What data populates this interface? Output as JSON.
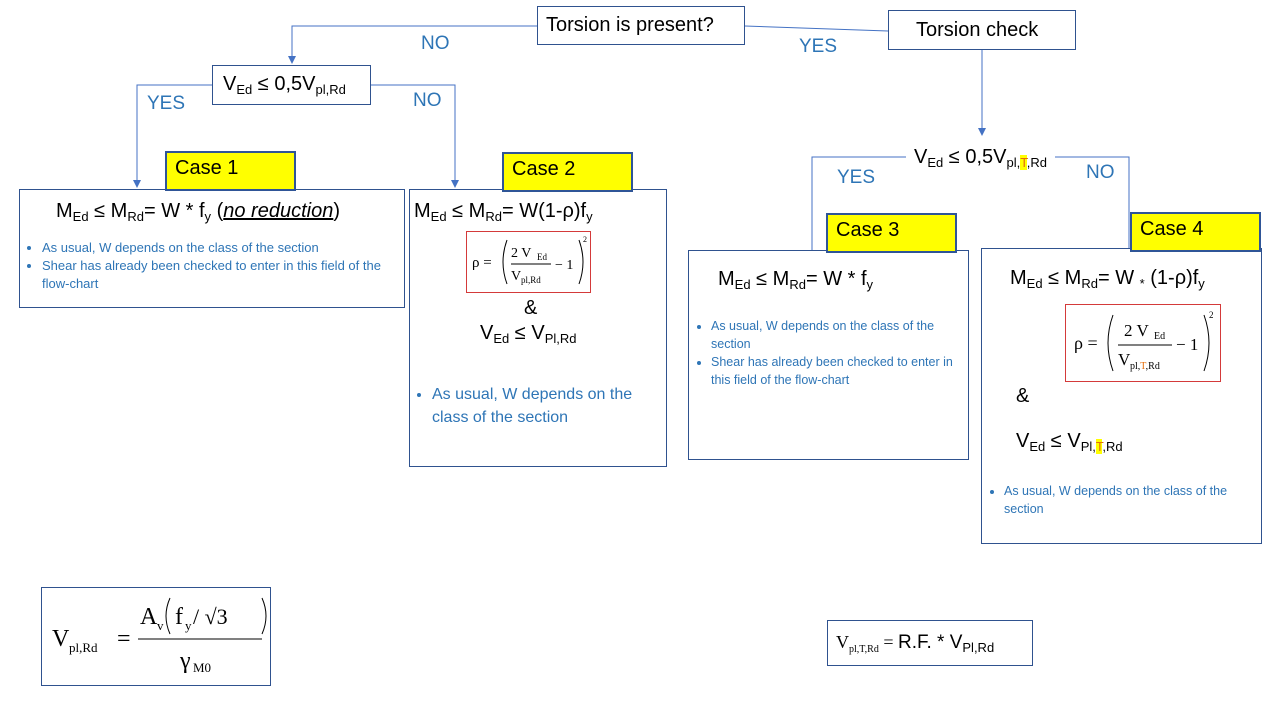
{
  "decisions": {
    "torsion_present": "Torsion is present?",
    "torsion_check": "Torsion check",
    "shear_check_left": {
      "v": "V",
      "ed": "Ed",
      "rel": " ≤ 0,5V",
      "sub": "pl,Rd"
    },
    "shear_check_right": {
      "v": "V",
      "ed": "Ed",
      "rel": " ≤ 0,5V",
      "sub_a": "pl,",
      "sub_t": "T",
      "sub_b": ",Rd"
    }
  },
  "labels": {
    "no_top": "NO",
    "yes_top": "YES",
    "yes_left": "YES",
    "no_left": "NO",
    "yes_right": "YES",
    "no_right": "NO"
  },
  "cases": [
    "Case 1",
    "Case 2",
    "Case 3",
    "Case 4"
  ],
  "case1": {
    "m": "M",
    "ed": "Ed",
    "le": " ≤ M",
    "rd": "Rd",
    "eq": "= W * f",
    "y": "y",
    "open": " (",
    "note": "no reduction",
    "close": ")",
    "bullets": [
      "As usual, W depends on the class of the section",
      "Shear has already been checked to enter in this field of the flow-chart"
    ]
  },
  "case2": {
    "m": "M",
    "ed": "Ed",
    "le": " ≤ M",
    "rd": "Rd",
    "eq": "= W(1-ρ)f",
    "y": "y",
    "amp": "&",
    "v": "V",
    "ved": "Ed",
    "vle": " ≤ V",
    "vsub": "Pl,Rd",
    "bullets": [
      "As usual, W depends on the class of the section"
    ]
  },
  "case3": {
    "m": "M",
    "ed": "Ed",
    "le": " ≤ M",
    "rd": "Rd",
    "eq": "= W * f",
    "y": "y",
    "bullets": [
      "As usual, W depends on the class of the section",
      "Shear has already been checked to enter in this field of the flow-chart"
    ]
  },
  "case4": {
    "m": "M",
    "ed": "Ed",
    "le": " ≤ M",
    "rd": "Rd",
    "eq": "= W ",
    "star": "*",
    "eq2": " (1-ρ)f",
    "y": "y",
    "amp": "&",
    "v": "V",
    "ved": "Ed",
    "vle": " ≤ V",
    "vsub_a": "Pl,",
    "vsub_t": "T",
    "vsub_b": ",Rd",
    "bullets": [
      "As usual, W depends on the class of the section"
    ]
  },
  "rho_formula": {
    "rho": "ρ =",
    "num": "2 V",
    "num_sub": "Ed",
    "den": "V",
    "den_sub": "pl,Rd",
    "minus": "− 1",
    "exp": "2"
  },
  "rho_formula_t": {
    "rho": "ρ =",
    "num": "2 V",
    "num_sub": "Ed",
    "den": "V",
    "den_sub_a": "pl,",
    "den_sub_t": "T",
    "den_sub_b": ",Rd",
    "minus": "− 1",
    "exp": "2"
  },
  "vpl_formula": {
    "v": "V",
    "sub": "pl,Rd",
    "eq": "=",
    "num_a": "A",
    "num_a_sub": "v",
    "num_f": "f",
    "num_f_sub": "y",
    "num_div": " / √3",
    "den": "γ",
    "den_sub": "M0"
  },
  "vplt_formula": {
    "v": "V",
    "sub": "pl,T,Rd",
    "eq": " = ",
    "rf": "R.F. * V",
    "rf_sub": "Pl,Rd"
  }
}
